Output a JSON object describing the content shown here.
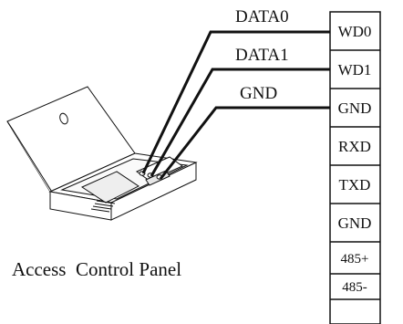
{
  "wire_labels": [
    "DATA0",
    "DATA1",
    "GND"
  ],
  "terminals": [
    "WD0",
    "WD1",
    "GND",
    "RXD",
    "TXD",
    "GND",
    "485+",
    "485-"
  ],
  "device_label": "Access  Control Panel",
  "colors": {
    "line": "#111111",
    "background": "#ffffff"
  }
}
